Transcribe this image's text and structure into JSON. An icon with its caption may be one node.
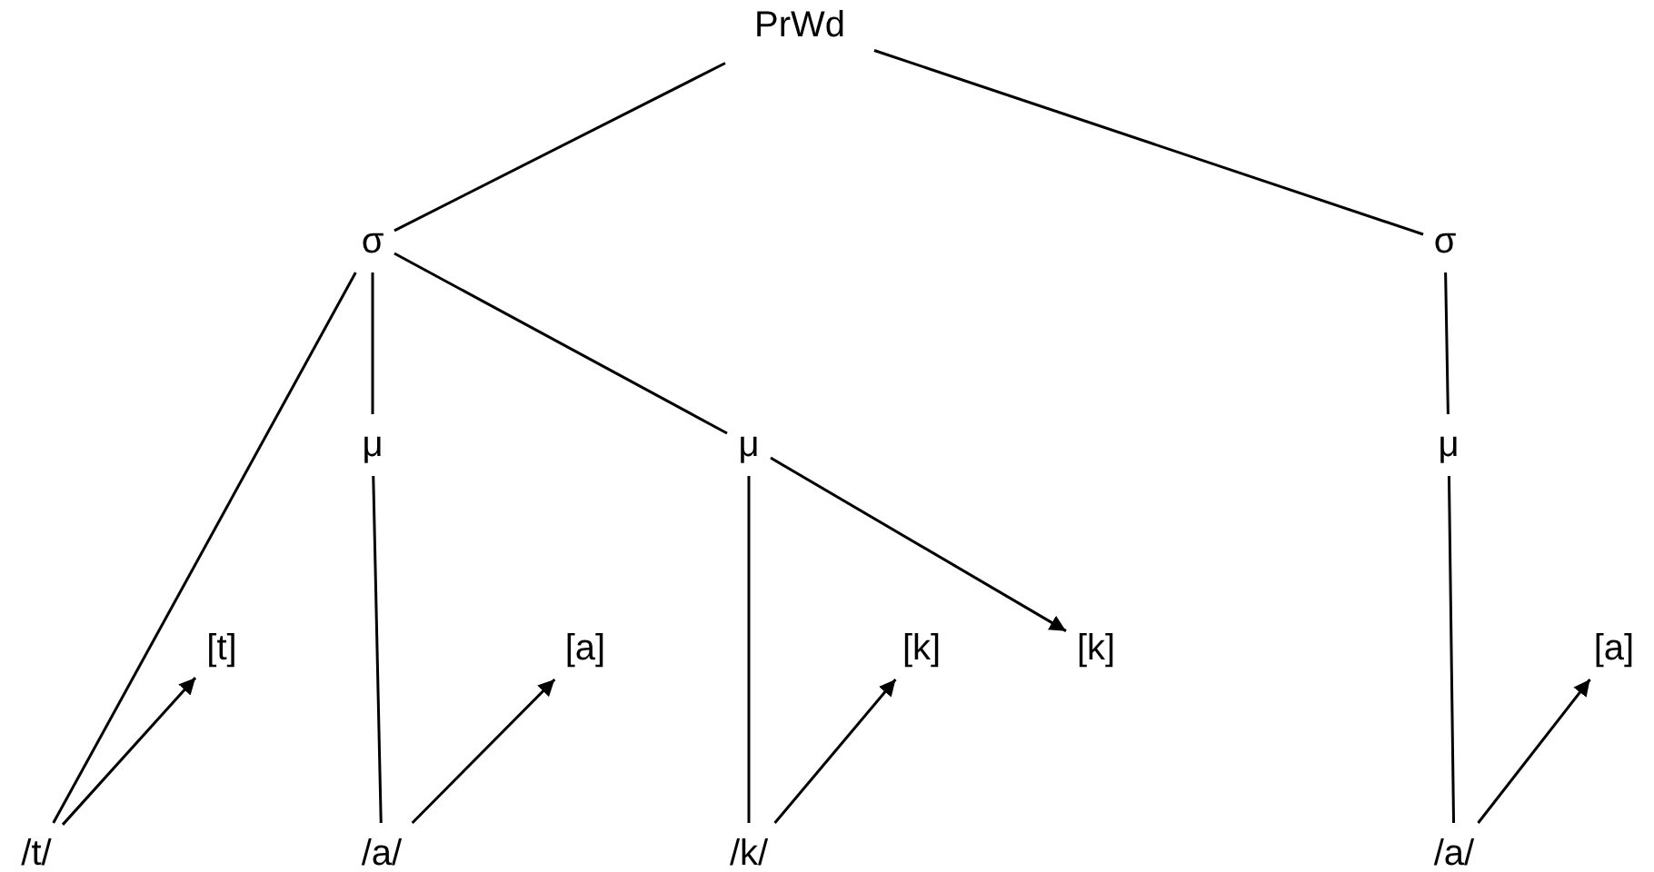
{
  "diagram": {
    "nodes": [
      {
        "text": [
          "PrWd"
        ]
      },
      {
        "text": [
          "σ"
        ]
      },
      {
        "text": [
          "σ"
        ]
      },
      {
        "text": [
          "μ"
        ]
      },
      {
        "text": [
          "μ"
        ]
      },
      {
        "text": [
          "μ"
        ]
      },
      {
        "text": [
          "[t]"
        ]
      },
      {
        "text": [
          "[a]"
        ]
      },
      {
        "text": [
          "[k]"
        ]
      },
      {
        "text": [
          "[k]"
        ]
      },
      {
        "text": [
          "[a]"
        ]
      },
      {
        "text": [
          "/t/"
        ]
      },
      {
        "text": [
          "/a/"
        ]
      },
      {
        "text": [
          "/k/"
        ]
      },
      {
        "text": [
          "/a/"
        ]
      }
    ],
    "edges": [
      {
        "from": 0,
        "to": 1,
        "arrow": "none"
      },
      {
        "from": 0,
        "to": 2,
        "arrow": "none"
      },
      {
        "from": 1,
        "to": 3,
        "arrow": "none"
      },
      {
        "from": 1,
        "to": 4,
        "arrow": "none"
      },
      {
        "from": 1,
        "to": 11,
        "arrow": "none"
      },
      {
        "from": 2,
        "to": 5,
        "arrow": "none"
      },
      {
        "from": 3,
        "to": 12,
        "arrow": "none"
      },
      {
        "from": 4,
        "to": 13,
        "arrow": "none"
      },
      {
        "from": 4,
        "to": 9,
        "arrow": "to"
      },
      {
        "from": 5,
        "to": 14,
        "arrow": "none"
      },
      {
        "from": 11,
        "to": 6,
        "arrow": "to"
      },
      {
        "from": 12,
        "to": 7,
        "arrow": "to"
      },
      {
        "from": 13,
        "to": 8,
        "arrow": "to"
      },
      {
        "from": 14,
        "to": 10,
        "arrow": "to"
      }
    ]
  }
}
